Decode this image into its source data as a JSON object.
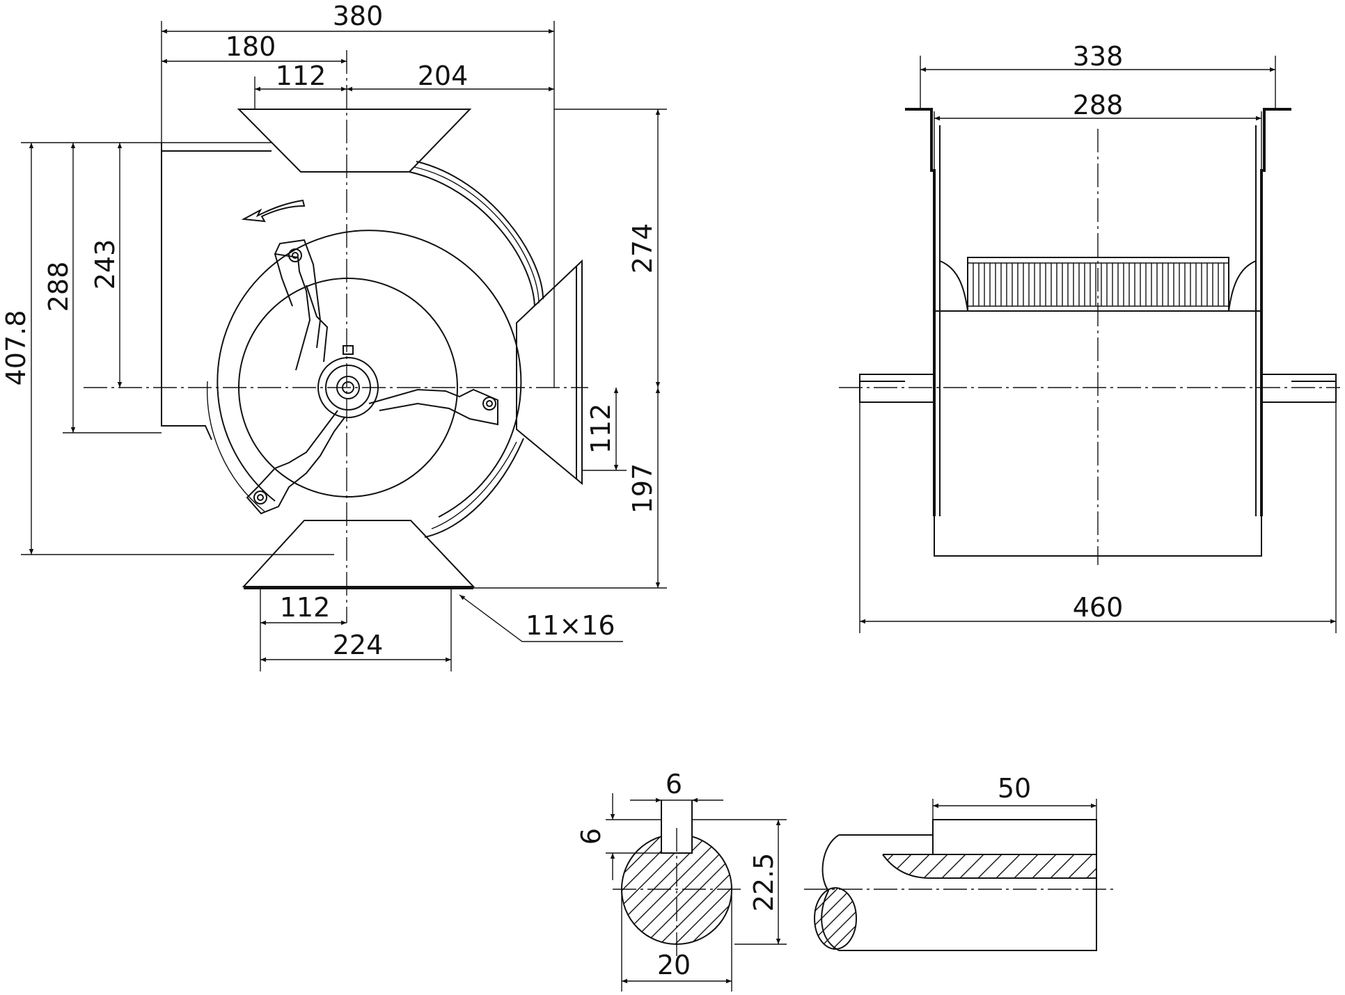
{
  "dimensions": {
    "front": {
      "overall_width": "380",
      "left_to_center": "180",
      "inlet_left_half": "112",
      "center_to_right": "204",
      "overall_height": "407.8",
      "height_288": "288",
      "height_243": "243",
      "right_274": "274",
      "right_112": "112",
      "right_197": "197",
      "base_half": "112",
      "base_width": "224",
      "slot": "11×16"
    },
    "side": {
      "flange_width": "338",
      "drum_width": "288",
      "shaft_length": "460"
    },
    "shaft_section": {
      "key_width": "6",
      "key_depth": "6",
      "height": "22.5",
      "diameter": "20"
    },
    "shaft_side": {
      "key_length": "50"
    }
  },
  "colors": {
    "line": "#111111",
    "background": "#ffffff"
  }
}
